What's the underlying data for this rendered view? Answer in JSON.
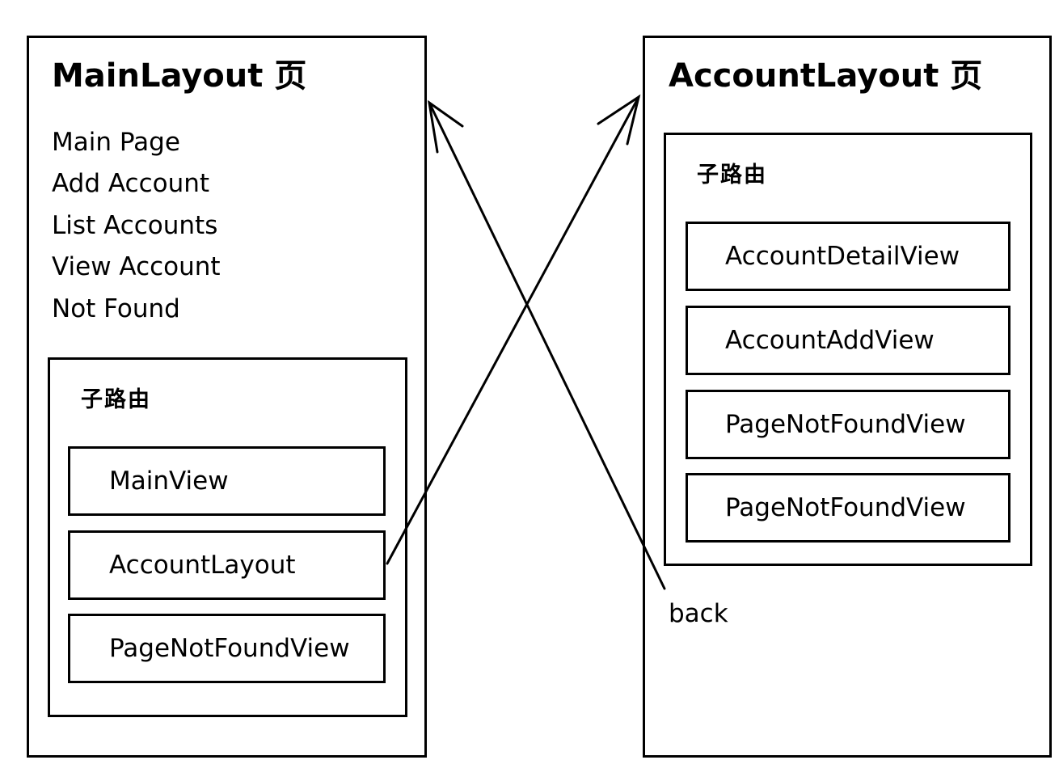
{
  "main_layout": {
    "title": "MainLayout 页",
    "links": [
      "Main Page",
      "Add Account",
      "List Accounts",
      "View Account",
      "Not Found"
    ],
    "child_routes": {
      "title": "子路由",
      "items": [
        "MainView",
        "AccountLayout",
        "PageNotFoundView"
      ]
    }
  },
  "account_layout": {
    "title": "AccountLayout 页",
    "child_routes": {
      "title": "子路由",
      "items": [
        "AccountDetailView",
        "AccountAddView",
        "PageNotFoundView",
        "PageNotFoundView"
      ]
    },
    "back_label": "back"
  }
}
